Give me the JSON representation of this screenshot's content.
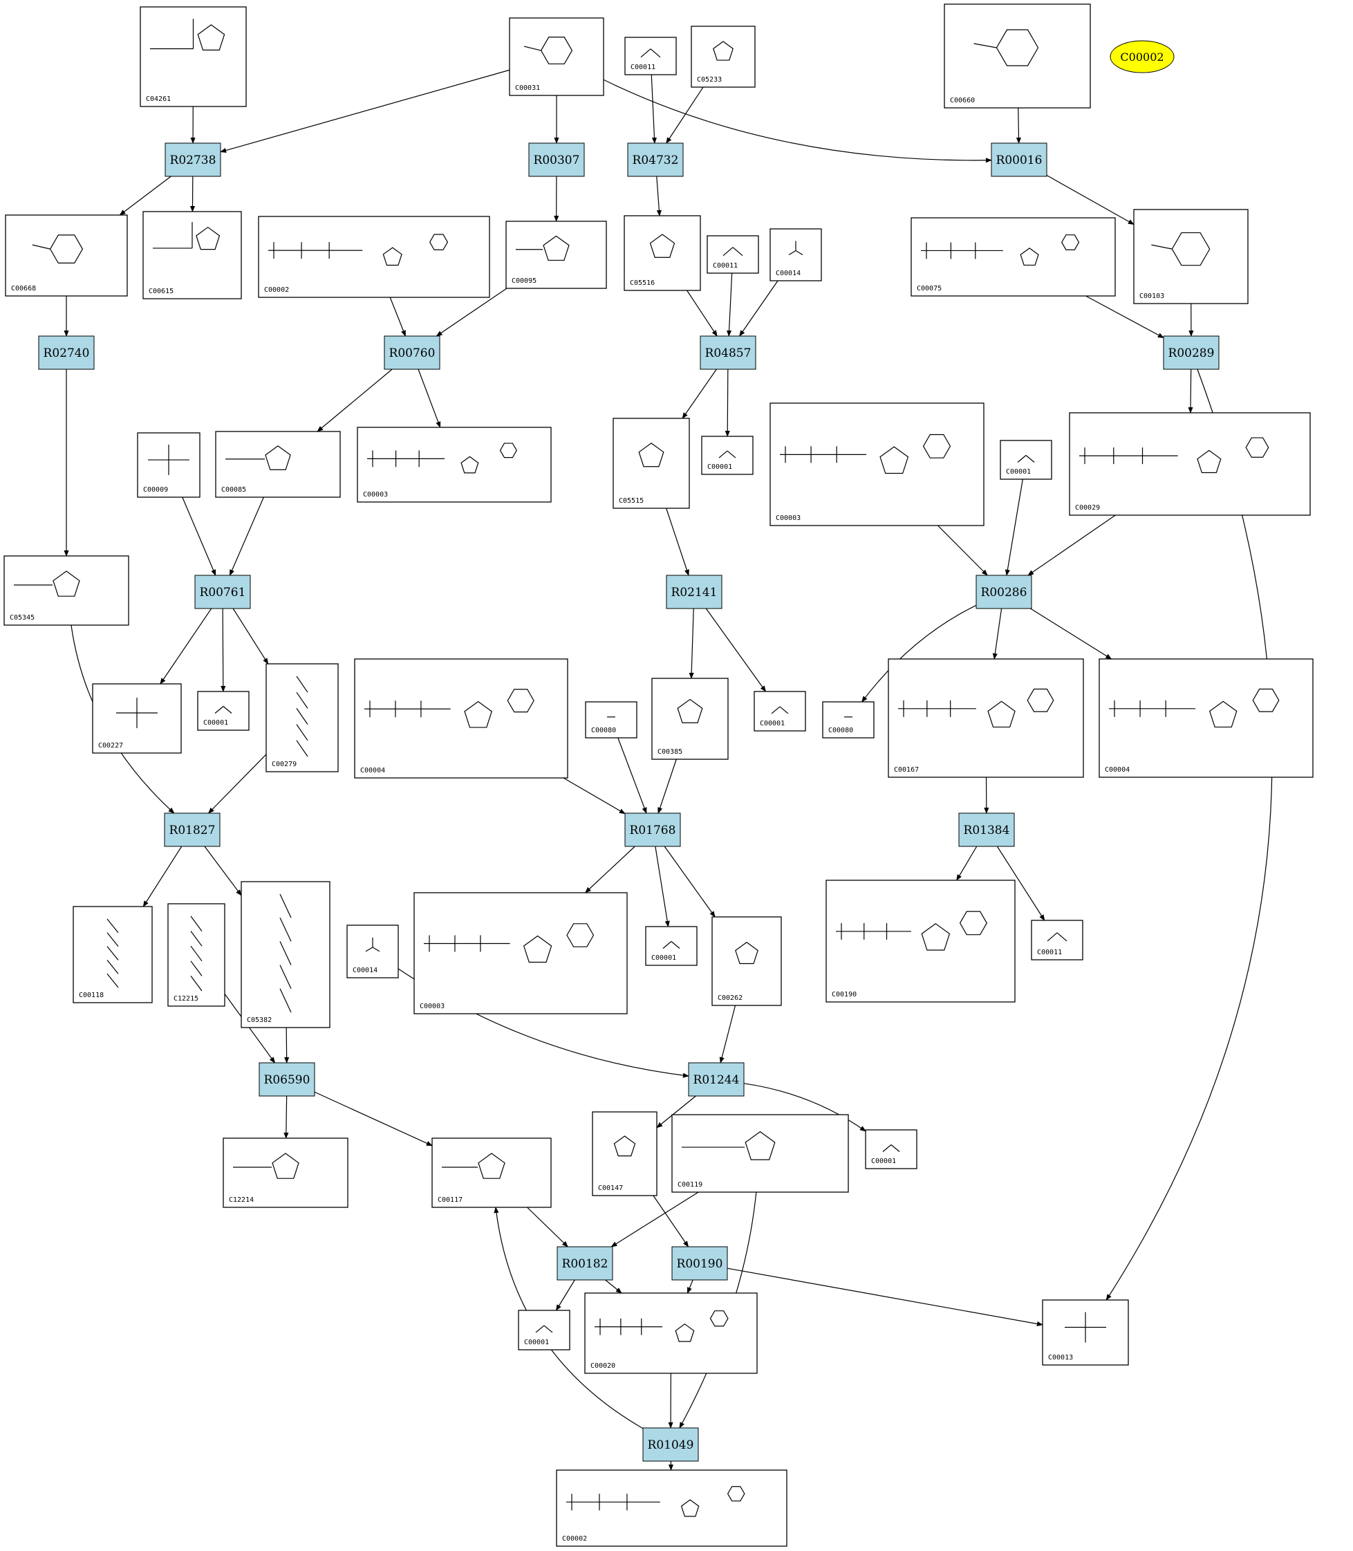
{
  "colors": {
    "reaction_fill": "#add8e6",
    "highlight_fill": "#ffff00"
  },
  "highlight": {
    "label": "C00002"
  },
  "reactions": [
    "R02738",
    "R00307",
    "R04732",
    "R00016",
    "R02740",
    "R00760",
    "R04857",
    "R00289",
    "R00761",
    "R02141",
    "R00286",
    "R01827",
    "R01768",
    "R01384",
    "R06590",
    "R01244",
    "R00182",
    "R00190",
    "R01049"
  ],
  "compounds": [
    "C04261",
    "C00031",
    "C00011",
    "C05233",
    "C00660",
    "C00668",
    "C00615",
    "C00002",
    "C00095",
    "C05516",
    "C00011",
    "C00014",
    "C00075",
    "C00103",
    "C00009",
    "C00085",
    "C00003",
    "C00001",
    "C05515",
    "C00003",
    "C00001",
    "C00029",
    "C05345",
    "C00227",
    "C00001",
    "C00279",
    "C00004",
    "C00080",
    "C00385",
    "C00001",
    "C00080",
    "C00167",
    "C00004",
    "C00118",
    "C12215",
    "C05382",
    "C00014",
    "C00003",
    "C00001",
    "C00262",
    "C00190",
    "C00011",
    "C12214",
    "C00117",
    "C00147",
    "C00119",
    "C00001",
    "C00001",
    "C00020",
    "C00013",
    "C00002"
  ]
}
